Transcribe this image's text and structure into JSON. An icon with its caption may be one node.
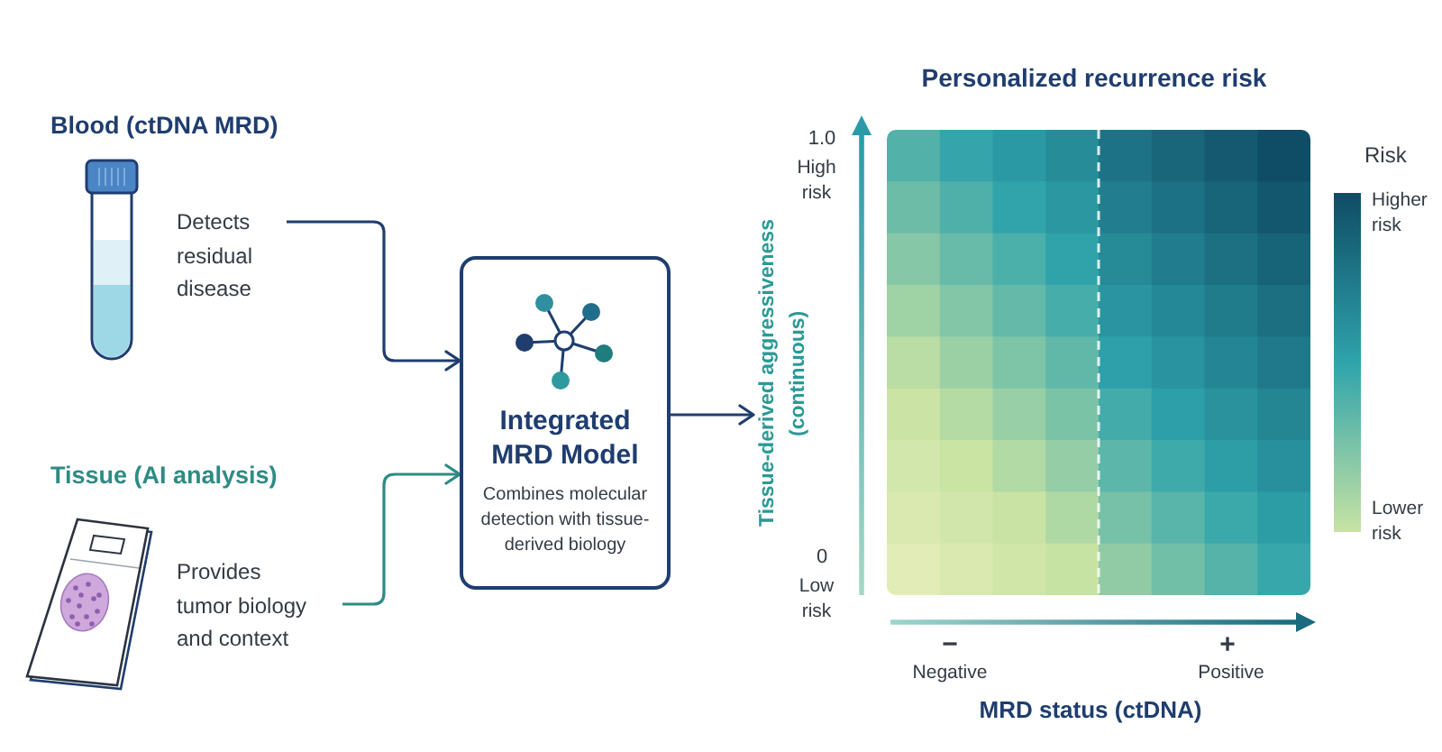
{
  "diagram": {
    "nodes": [
      {
        "text": [
          "Blood (ctDNA MRD)",
          "Detects residual disease"
        ]
      },
      {
        "text": [
          "Tissue (AI analysis)",
          "Provides tumor biology and context"
        ]
      },
      {
        "text": [
          "Integrated MRD Model",
          "Combines molecular detection with tissue-derived biology"
        ]
      },
      {
        "text": [
          "Personalized recurrence risk"
        ],
        "beside": [
          "1.0",
          "High risk",
          "Tissue-derived aggressiveness (continuous)",
          "0",
          "Low risk",
          "−",
          "+",
          "Negative",
          "Positive",
          "MRD status (ctDNA)"
        ]
      }
    ],
    "edges": [
      {
        "from": 0,
        "to": 2,
        "arrow": "to"
      },
      {
        "from": 1,
        "to": 2,
        "arrow": "to",
        "color": "#2e8b84"
      },
      {
        "from": 2,
        "to": 3,
        "arrow": "to"
      }
    ],
    "labels": [
      "Risk"
    ],
    "legend": [
      {
        "text": "Higher risk",
        "color": "#0f4c66"
      },
      {
        "text": "Lower risk",
        "color": "#c8e3a3"
      }
    ]
  }
}
